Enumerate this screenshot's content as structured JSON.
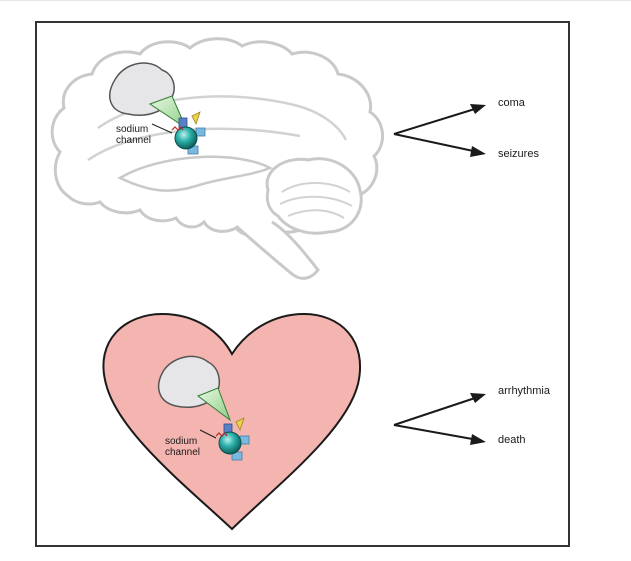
{
  "brain_panel": {
    "inset_label": [
      "sodium",
      "channel"
    ],
    "outcomes": [
      "coma",
      "seizures"
    ]
  },
  "heart_panel": {
    "inset_label": [
      "sodium",
      "channel"
    ],
    "outcomes": [
      "arrhythmia",
      "death"
    ]
  },
  "colors": {
    "frame": "#333333",
    "brain_outline": "#c9c9c9",
    "heart_fill": "#f4b4b0",
    "heart_stroke": "#1a1a1a",
    "cell_body": "#e6e6e8",
    "channel_cone": "#a8d8a0",
    "channel_sphere": "#1f9f9a",
    "arrow": "#1a1a1a"
  }
}
